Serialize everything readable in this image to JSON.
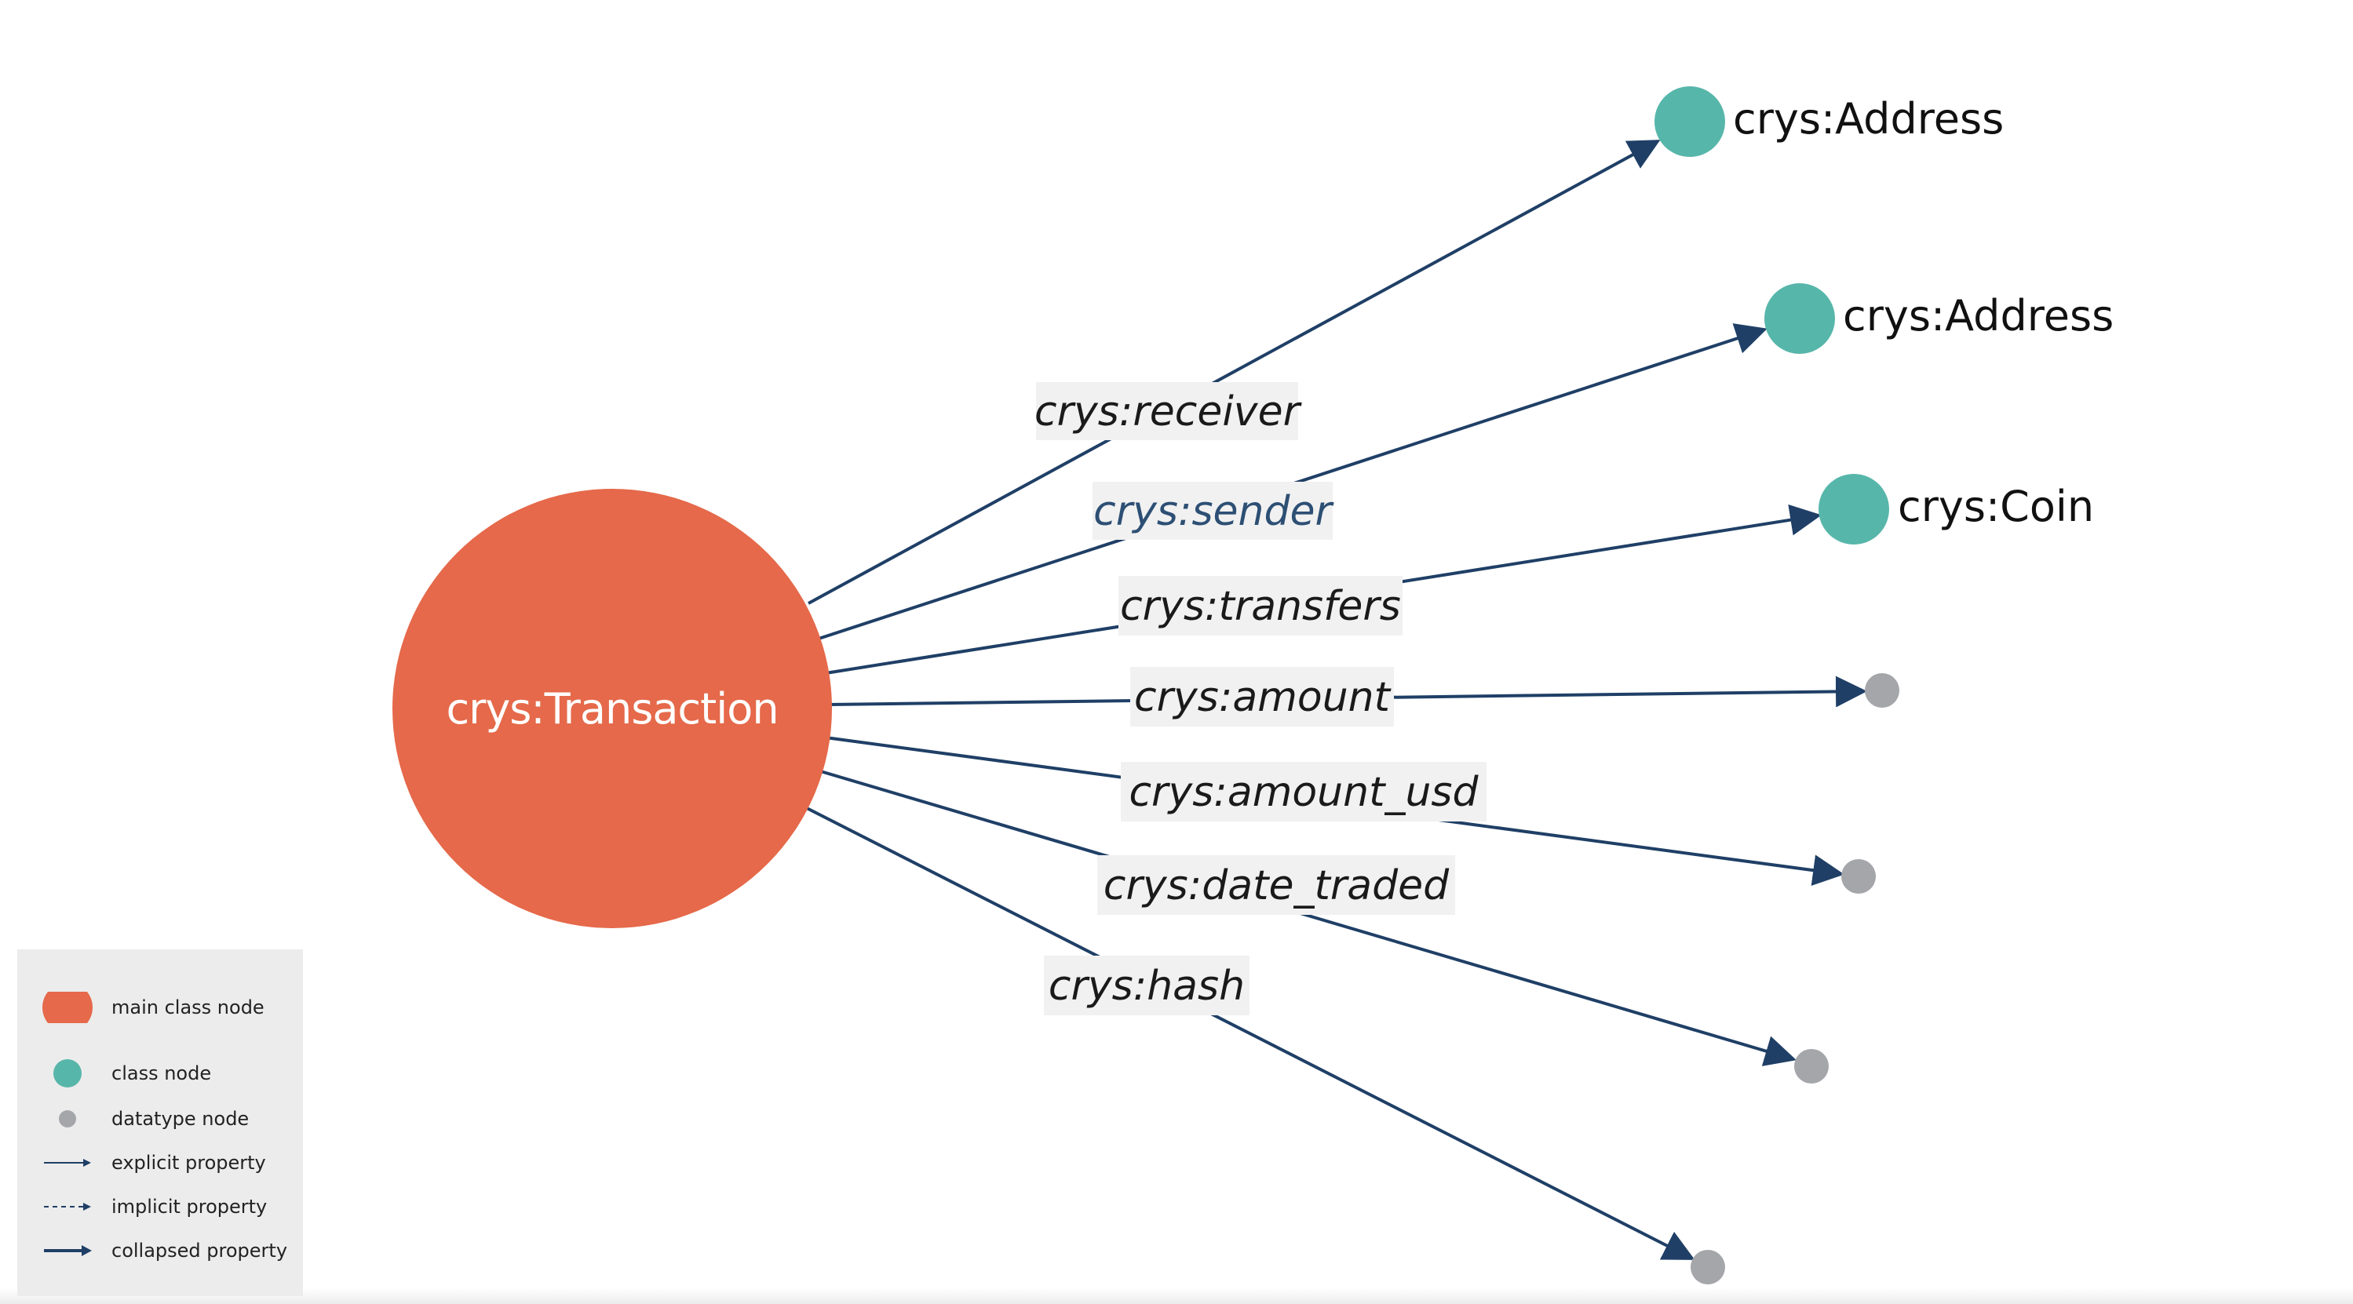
{
  "diagram": {
    "main_node": {
      "label": "crys:Transaction",
      "color": "#e5694a"
    },
    "class_color": "#57b6aa",
    "datatype_color": "#a5a6aa",
    "edge_color": "#1f3f66",
    "edges": [
      {
        "label": "crys:receiver",
        "target_kind": "class",
        "target_label": "crys:Address"
      },
      {
        "label": "crys:sender",
        "target_kind": "class",
        "target_label": "crys:Address",
        "highlight": true
      },
      {
        "label": "crys:transfers",
        "target_kind": "class",
        "target_label": "crys:Coin"
      },
      {
        "label": "crys:amount",
        "target_kind": "datatype",
        "target_label": ""
      },
      {
        "label": "crys:amount_usd",
        "target_kind": "datatype",
        "target_label": ""
      },
      {
        "label": "crys:date_traded",
        "target_kind": "datatype",
        "target_label": ""
      },
      {
        "label": "crys:hash",
        "target_kind": "datatype",
        "target_label": ""
      }
    ]
  },
  "legend": {
    "items": [
      {
        "kind": "main-class",
        "label": "main class node"
      },
      {
        "kind": "class",
        "label": "class node"
      },
      {
        "kind": "datatype",
        "label": "datatype node"
      },
      {
        "kind": "explicit",
        "label": "explicit property"
      },
      {
        "kind": "implicit",
        "label": "implicit property"
      },
      {
        "kind": "collapsed",
        "label": "collapsed property"
      }
    ]
  }
}
